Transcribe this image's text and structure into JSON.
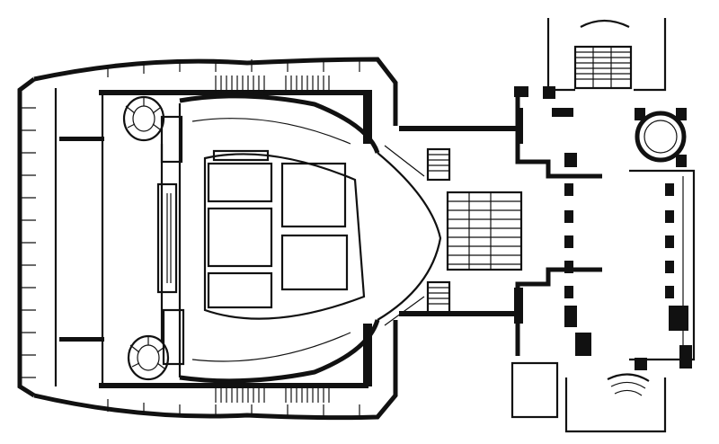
{
  "drawing": {
    "kind": "architectural-floor-plan",
    "subject": "theatre",
    "palette": {
      "ink": "#111111",
      "paper": "#ffffff"
    },
    "auditorium": {
      "seating_blocks": 6,
      "boxes_side": 3
    },
    "foyer": {
      "column_pairs": 6
    },
    "staircases": {
      "spiral": 2,
      "straight": 6
    }
  }
}
